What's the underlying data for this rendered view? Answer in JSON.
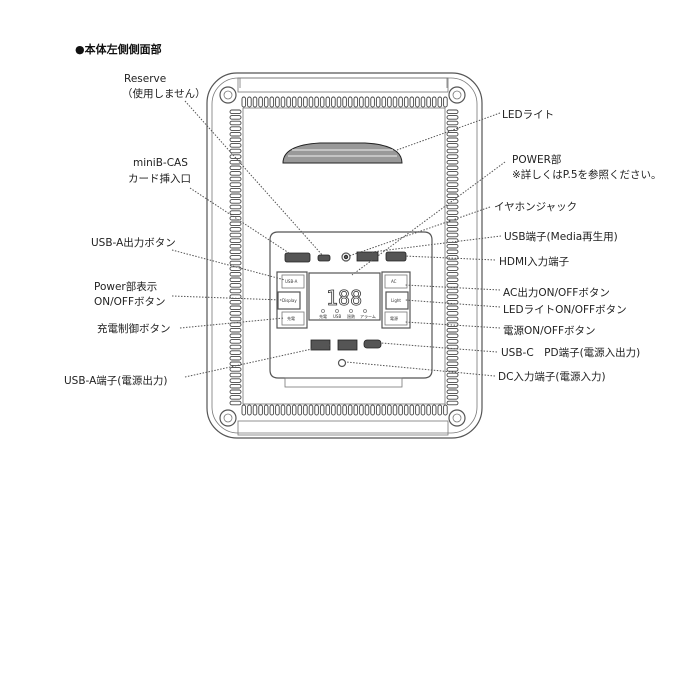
{
  "title": "●本体左側側面部",
  "labels_left": {
    "reserve": [
      "Reserve",
      "（使用しません）"
    ],
    "minib_cas": [
      "miniB-CAS",
      "カード挿入口"
    ],
    "usb_a_button": "USB-A出力ボタン",
    "power_display": [
      "Power部表示",
      "ON/OFFボタン"
    ],
    "charge_control": "充電制御ボタン",
    "usb_a_port": "USB-A端子(電源出力)"
  },
  "labels_right": {
    "led_light": "LEDライト",
    "power_section": [
      "POWER部",
      "※詳しくはP.5を参照ください。"
    ],
    "earphone": "イヤホンジャック",
    "usb_media": "USB端子(Media再生用)",
    "hdmi": "HDMI入力端子",
    "ac_button": "AC出力ON/OFFボタン",
    "led_button": "LEDライトON/OFFボタン",
    "power_button": "電源ON/OFFボタン",
    "usb_c": "USB-C　PD端子(電源入出力)",
    "dc_in": "DC入力端子(電源入力)"
  },
  "panel": {
    "display_digits": "188",
    "left_buttons": [
      "USB-A",
      "Display",
      "充電"
    ],
    "right_buttons": [
      "AC",
      "Light",
      "電源"
    ],
    "indicators": [
      "充電",
      "USB",
      "過熱",
      "アラーム"
    ]
  }
}
